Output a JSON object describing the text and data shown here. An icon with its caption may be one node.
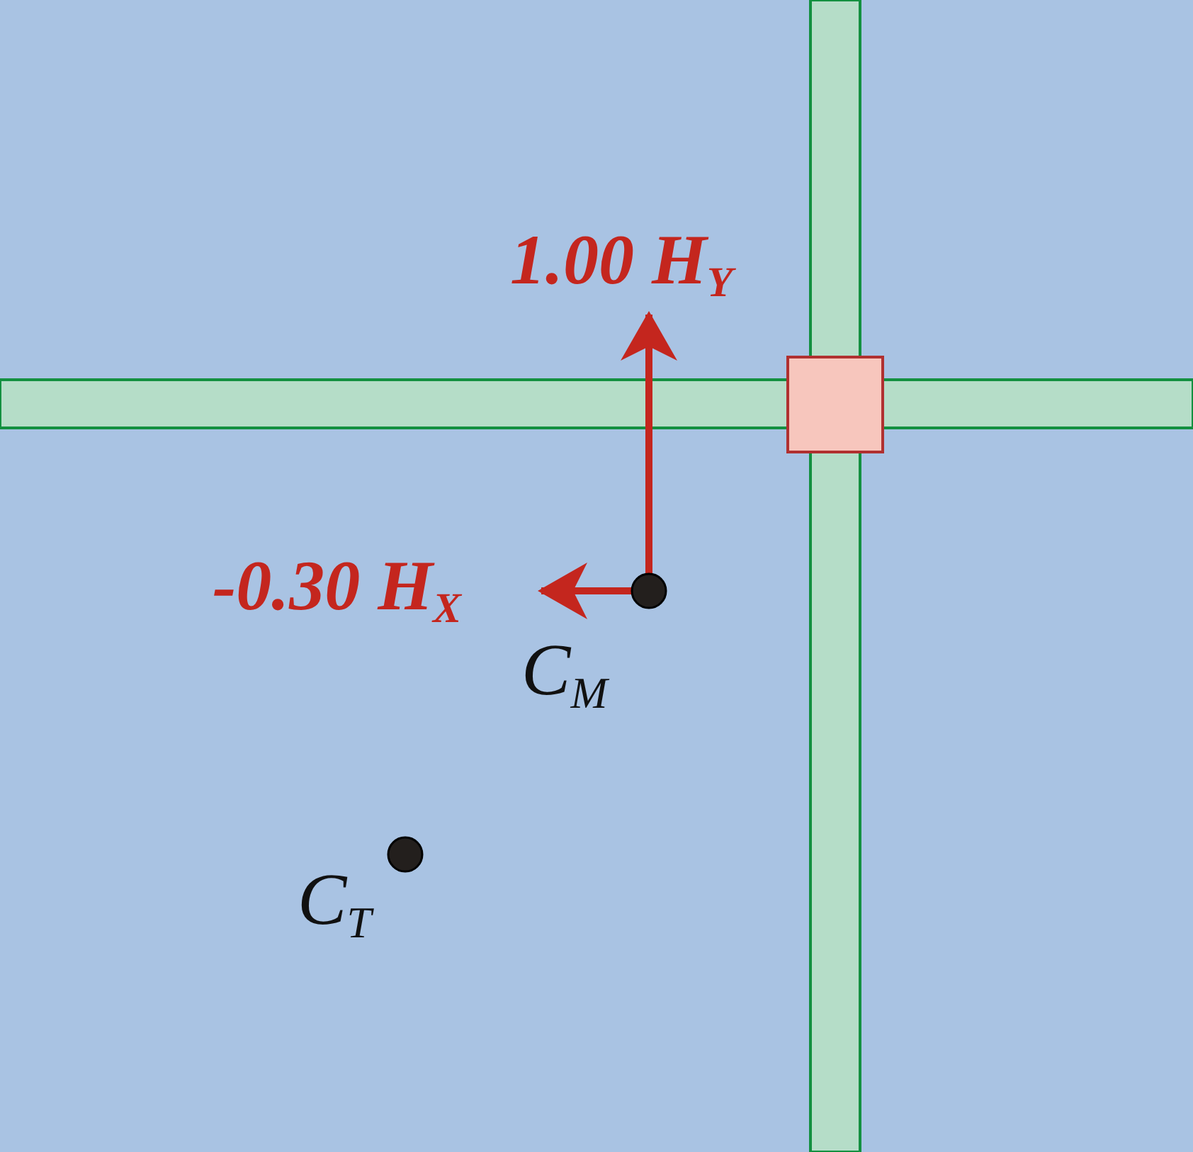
{
  "diagram": {
    "nodes": [
      {
        "text": [],
        "shape": "circle",
        "beside": [
          "C$_{M}$"
        ]
      },
      {
        "text": [],
        "shape": "circle",
        "beside": [
          "C$_{T}$"
        ]
      }
    ],
    "labels": [
      "1.00 H$_{Y}$",
      "-0.30 H$_{X}$"
    ]
  }
}
